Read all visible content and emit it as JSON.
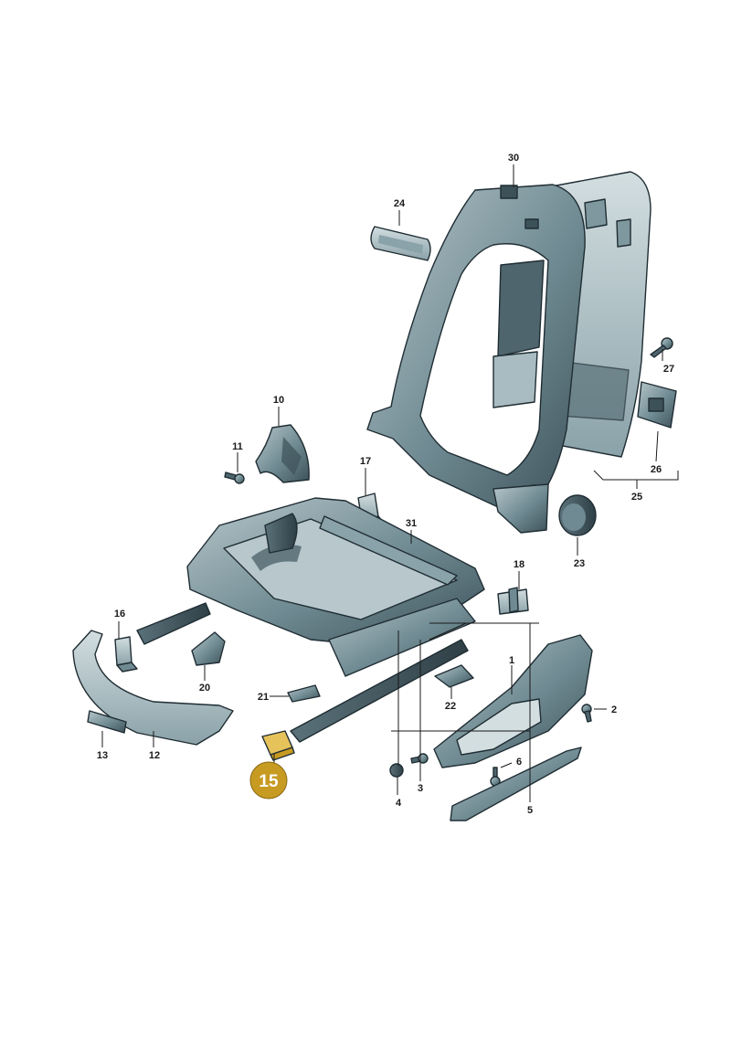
{
  "diagram": {
    "labels": {
      "p1": "1",
      "p2": "2",
      "p3": "3",
      "p4": "4",
      "p5": "5",
      "p6": "6",
      "p10": "10",
      "p11": "11",
      "p12": "12",
      "p13": "13",
      "p15": "15",
      "p16": "16",
      "p17": "17",
      "p18": "18",
      "p20": "20",
      "p21": "21",
      "p22": "22",
      "p23": "23",
      "p24": "24",
      "p25": "25",
      "p26": "26",
      "p27": "27",
      "p30": "30",
      "p31": "31"
    },
    "highlighted_part": "15",
    "colors": {
      "part_fill": "#6f8a92",
      "part_light": "#a9bcc1",
      "part_dark": "#3d5159",
      "outline": "#1f2d33",
      "highlight_fill": "#c79a22",
      "highlight_part": "#e6c25a"
    }
  }
}
